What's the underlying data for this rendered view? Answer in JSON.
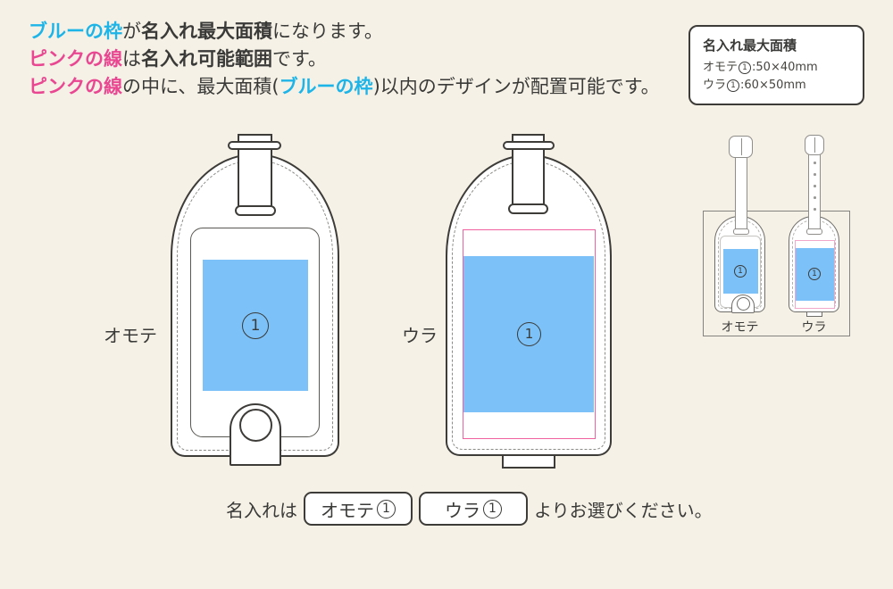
{
  "colors": {
    "background": "#f5f1e6",
    "blue_fill": "#7cc2f8",
    "pink_line": "#f0619f",
    "blue_text": "#1db4e8",
    "pink_text": "#e94792",
    "outline": "#3e3c39"
  },
  "intro": {
    "line1": {
      "s1": "ブルーの枠",
      "s2": "が",
      "s3": "名入れ最大面積",
      "s4": "になります。"
    },
    "line2": {
      "s1": "ピンクの線",
      "s2": "は",
      "s3": "名入れ可能範囲",
      "s4": "です。"
    },
    "line3": {
      "s1": "ピンクの線",
      "s2": "の中に、最大面積(",
      "s3": "ブルーの枠",
      "s4": ")以内のデザインが配置可能です。"
    }
  },
  "info_box": {
    "title": "名入れ最大面積",
    "rows": [
      {
        "name": "オモテ",
        "marker": "1",
        "size": ":50×40mm"
      },
      {
        "name": "ウラ",
        "marker": "1",
        "size": ":60×50mm"
      }
    ]
  },
  "tags": {
    "front": {
      "label": "オモテ",
      "marker": "1"
    },
    "back": {
      "label": "ウラ",
      "marker": "1"
    }
  },
  "thumbnails": {
    "front_label": "オモテ",
    "front_marker": "1",
    "back_label": "ウラ",
    "back_marker": "1"
  },
  "footer": {
    "lead": "名入れは",
    "buttons": [
      {
        "text": "オモテ",
        "marker": "1"
      },
      {
        "text": "ウラ",
        "marker": "1"
      }
    ],
    "tail": "よりお選びください。"
  }
}
